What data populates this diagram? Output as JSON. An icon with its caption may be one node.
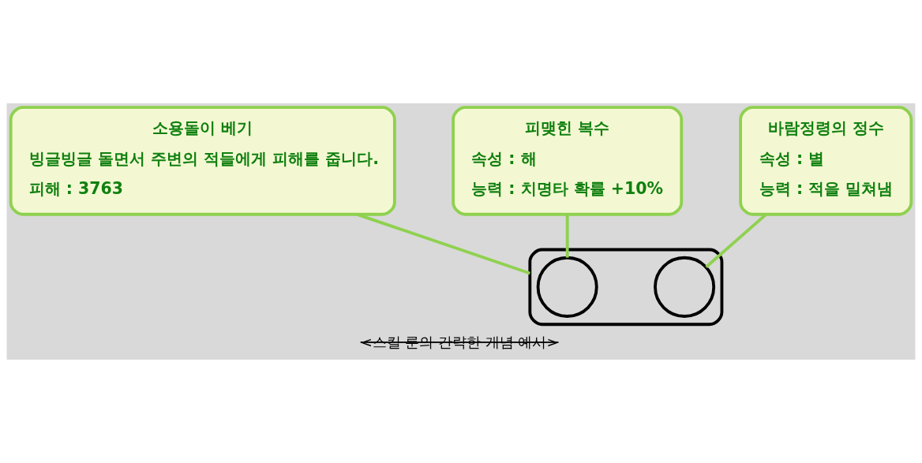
{
  "diagram": {
    "caption": "<스킬 룬의 간략한 개념 예시>",
    "nodes": [
      {
        "text": [
          "소용돌이 베기",
          "빙글빙글 돌면서 주변의 적들에게 피해를 줍니다.",
          "피해 : 3763"
        ]
      },
      {
        "text": [],
        "shape": "box"
      },
      {
        "text": [],
        "shape": "circle",
        "in": 1
      },
      {
        "text": [],
        "shape": "circle",
        "in": 1
      },
      {
        "text": [
          "피맺힌 복수",
          "속성 : 해",
          "능력 : 치명타 확률 +10%"
        ]
      },
      {
        "text": [
          "바람정령의 정수",
          "속성 : 별",
          "능력 : 적을 밀쳐냄"
        ]
      }
    ],
    "edges": [
      {
        "from": 0,
        "to": 1,
        "arrow": "none"
      },
      {
        "from": 4,
        "to": 2,
        "arrow": "none"
      },
      {
        "from": 5,
        "to": 3,
        "arrow": "none"
      }
    ]
  }
}
